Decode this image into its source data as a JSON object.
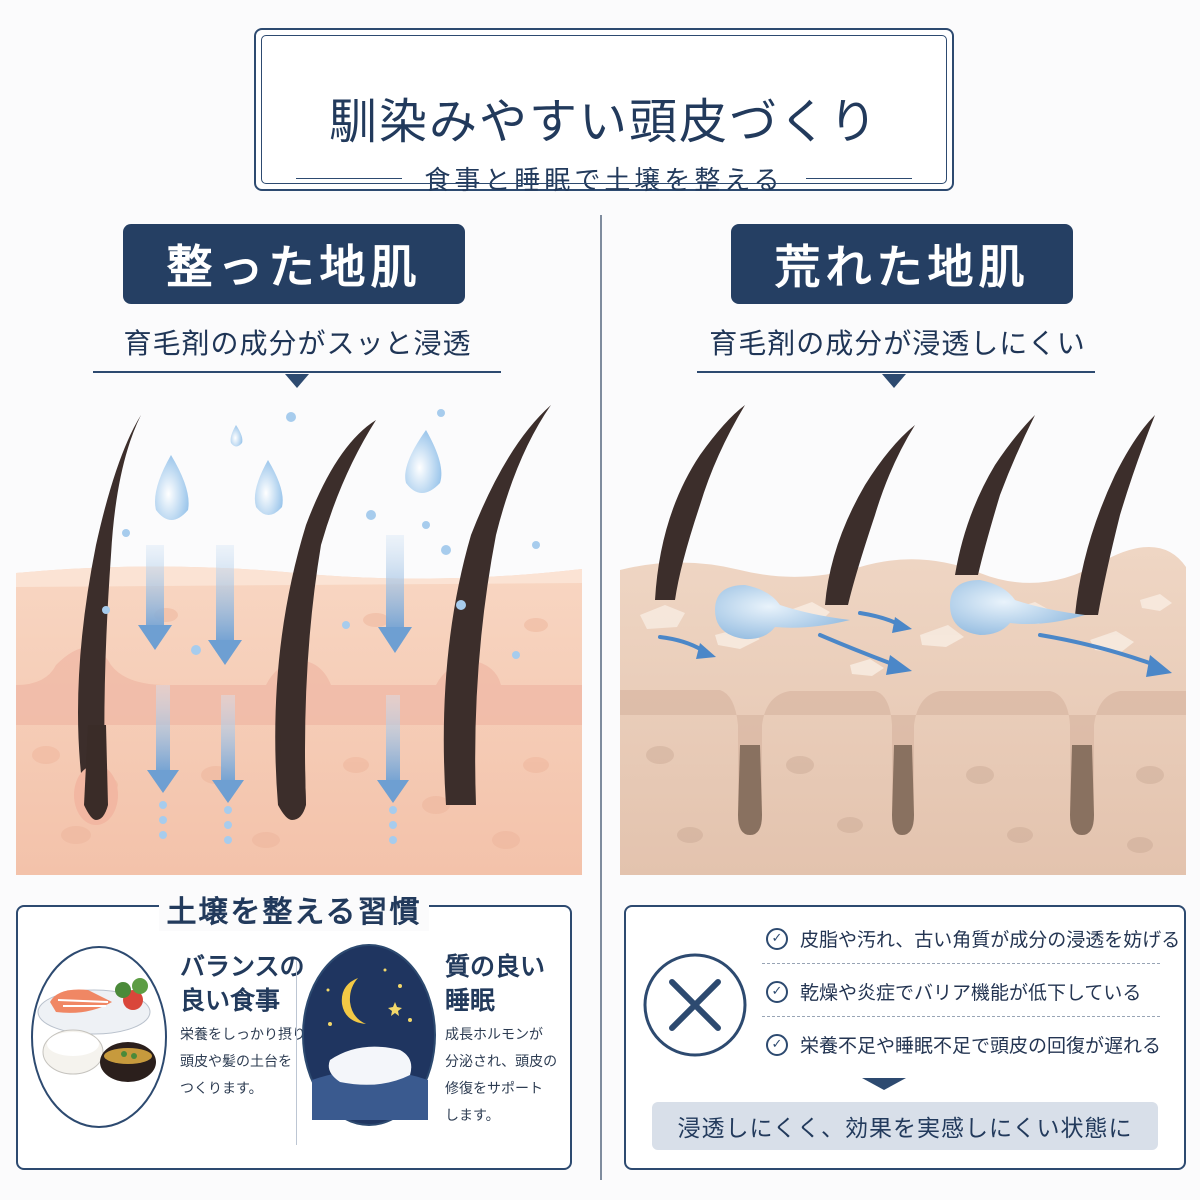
{
  "header": {
    "title": "馴染みやすい頭皮づくり",
    "subtitle": "食事と睡眠で土壌を整える"
  },
  "left_panel": {
    "badge": "整った地肌",
    "caption": "育毛剤の成分がスッと浸透"
  },
  "right_panel": {
    "badge": "荒れた地肌",
    "caption": "育毛剤の成分が浸透しにくい"
  },
  "habits": {
    "title": "土壌を整える習慣",
    "food": {
      "heading_line1": "バランスの",
      "heading_line2": "良い食事",
      "body_line1": "栄養をしっかり摂り、",
      "body_line2": "頭皮や髪の土台を",
      "body_line3": "つくります。"
    },
    "sleep": {
      "heading_line1": "質の良い",
      "heading_line2": "睡眠",
      "body_line1": "成長ホルモンが",
      "body_line2": "分泌され、頭皮の",
      "body_line3": "修復をサポート",
      "body_line4": "します。"
    }
  },
  "problems": {
    "items": [
      "皮脂や汚れ、古い角質が成分の浸透を妨げる",
      "乾燥や炎症でバリア機能が低下している",
      "栄養不足や睡眠不足で頭皮の回復が遅れる"
    ],
    "result": "浸透しにくく、効果を実感しにくい状態に"
  },
  "colors": {
    "navy": "#253f63",
    "healthy_skin": "#f6c9b3",
    "rough_skin": "#e8cdb8",
    "droplet": "#9cc8ec"
  }
}
